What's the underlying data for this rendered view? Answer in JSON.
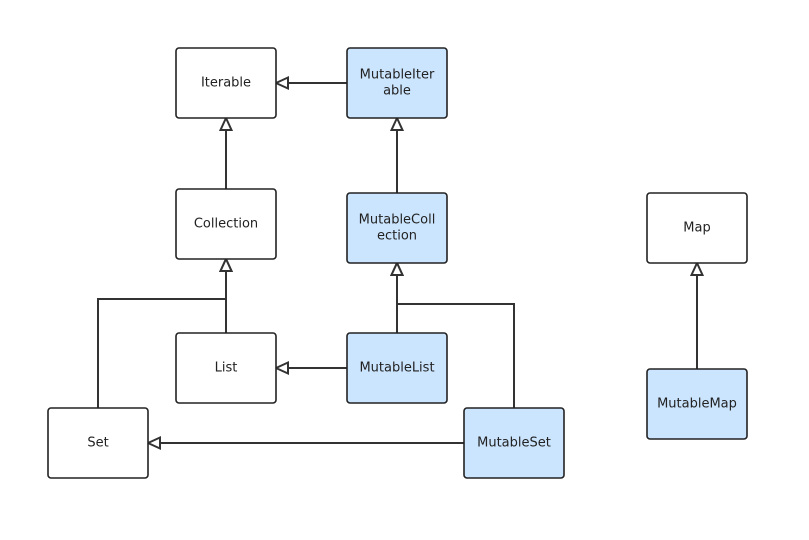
{
  "colors": {
    "plain_fill": "#ffffff",
    "mutable_fill": "#cce5ff",
    "stroke": "#222222",
    "line": "#333333"
  },
  "nodes": {
    "iterable": {
      "lines": [
        "Iterable"
      ],
      "mutable": false
    },
    "mutable_iterable": {
      "lines": [
        "MutableIter",
        "able"
      ],
      "mutable": true
    },
    "collection": {
      "lines": [
        "Collection"
      ],
      "mutable": false
    },
    "mutable_collection": {
      "lines": [
        "MutableColl",
        "ection"
      ],
      "mutable": true
    },
    "list": {
      "lines": [
        "List"
      ],
      "mutable": false
    },
    "mutable_list": {
      "lines": [
        "MutableList"
      ],
      "mutable": true
    },
    "set": {
      "lines": [
        "Set"
      ],
      "mutable": false
    },
    "mutable_set": {
      "lines": [
        "MutableSet"
      ],
      "mutable": true
    },
    "map": {
      "lines": [
        "Map"
      ],
      "mutable": false
    },
    "mutable_map": {
      "lines": [
        "MutableMap"
      ],
      "mutable": true
    }
  },
  "edges": [
    {
      "from": "mutable_iterable",
      "to": "iterable",
      "type": "inheritance"
    },
    {
      "from": "collection",
      "to": "iterable",
      "type": "inheritance"
    },
    {
      "from": "mutable_collection",
      "to": "mutable_iterable",
      "type": "inheritance"
    },
    {
      "from": "list",
      "to": "collection",
      "type": "inheritance"
    },
    {
      "from": "set",
      "to": "collection",
      "type": "inheritance"
    },
    {
      "from": "mutable_list",
      "to": "list",
      "type": "inheritance"
    },
    {
      "from": "mutable_list",
      "to": "mutable_collection",
      "type": "inheritance"
    },
    {
      "from": "mutable_set",
      "to": "mutable_collection",
      "type": "inheritance"
    },
    {
      "from": "mutable_set",
      "to": "set",
      "type": "inheritance"
    },
    {
      "from": "mutable_map",
      "to": "map",
      "type": "inheritance"
    }
  ]
}
